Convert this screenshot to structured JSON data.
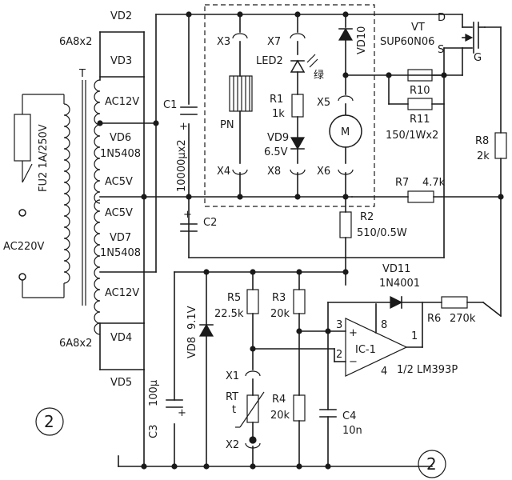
{
  "schematic": {
    "fuse": "FU2 1A/250V",
    "mains": "AC220V",
    "transformer": "T",
    "diode_pack_top": "6A8x2",
    "diode_pack_bottom": "6A8x2",
    "vd2": "VD2",
    "vd3": "VD3",
    "vd6": "VD6",
    "vd6_part": "1N5408",
    "vd7": "VD7",
    "vd7_part": "1N5408",
    "vd4": "VD4",
    "vd5": "VD5",
    "ac12_top": "AC12V",
    "ac5_top": "AC5V",
    "ac5_bottom": "AC5V",
    "ac12_bottom": "AC12V",
    "c1": "C1",
    "c1_value": "10000μx2",
    "c2": "C2",
    "pn": "PN",
    "x3": "X3",
    "x4": "X4",
    "x7": "X7",
    "x8": "X8",
    "x5": "X5",
    "x6": "X6",
    "led2": "LED2",
    "led_color": "绿",
    "r1": "R1",
    "r1_value": "1k",
    "vd9": "VD9",
    "vd9_value": "6.5V",
    "motor": "M",
    "vd10": "VD10",
    "vt": "VT",
    "vt_part": "SUP60N06",
    "pin_d": "D",
    "pin_s": "S",
    "pin_g": "G",
    "r10": "R10",
    "r11": "R11",
    "r11_value": "150/1Wx2",
    "r8": "R8",
    "r8_value": "2k",
    "r7": "R7",
    "r7_value": "4.7k",
    "r2": "R2",
    "r2_value": "510/0.5W",
    "vd11": "VD11",
    "vd11_part": "1N4001",
    "r6": "R6",
    "r6_value": "270k",
    "r5": "R5",
    "r5_value": "22.5k",
    "r3": "R3",
    "r3_value": "20k",
    "vd8": "VD8",
    "vd8_value": "9.1V",
    "c3": "C3",
    "c3_value": "100μ",
    "x1": "X1",
    "x2": "X2",
    "rt": "RT",
    "rt_t": "t",
    "r4": "R4",
    "r4_value": "20k",
    "c4": "C4",
    "c4_value": "10n",
    "ic": "IC-1",
    "ic_part": "1/2 LM393P",
    "pin_3": "3",
    "pin_2": "2",
    "pin_8": "8",
    "pin_4": "4",
    "pin_1": "1",
    "plus": "+",
    "minus": "−",
    "marker_left": "2",
    "marker_bottom": "2"
  }
}
